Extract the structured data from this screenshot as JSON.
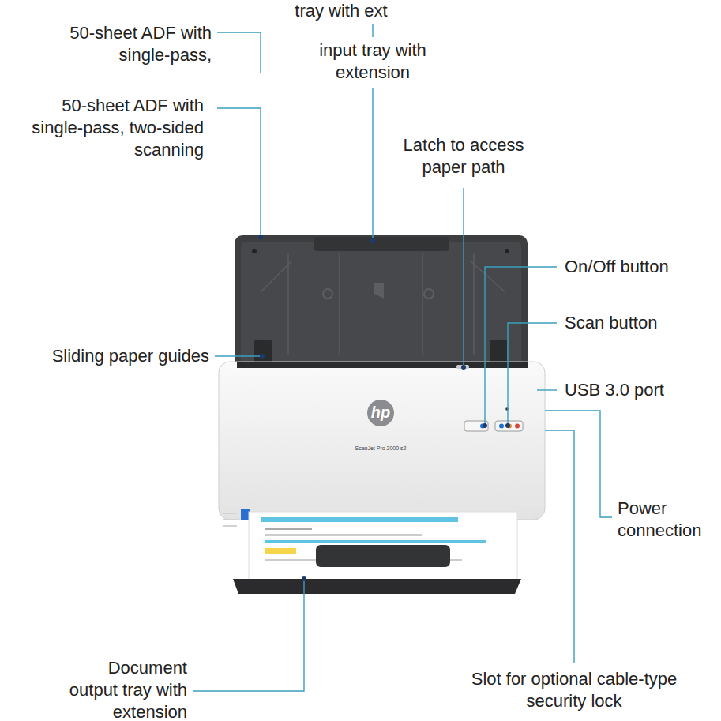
{
  "diagram": {
    "labels": [
      "tray with ext",
      "50-sheet ADF with single-pass,",
      "input tray with extension",
      "50-sheet ADF with single-pass, two-sided scanning",
      "Latch to access paper path",
      "On/Off button",
      "Scan button",
      "Sliding paper guides",
      "USB 3.0 port",
      "Power connection",
      "Document output tray with extension",
      "Slot for optional cable-type security lock",
      "ScanJet Pro 2000 s2",
      "hp"
    ]
  }
}
